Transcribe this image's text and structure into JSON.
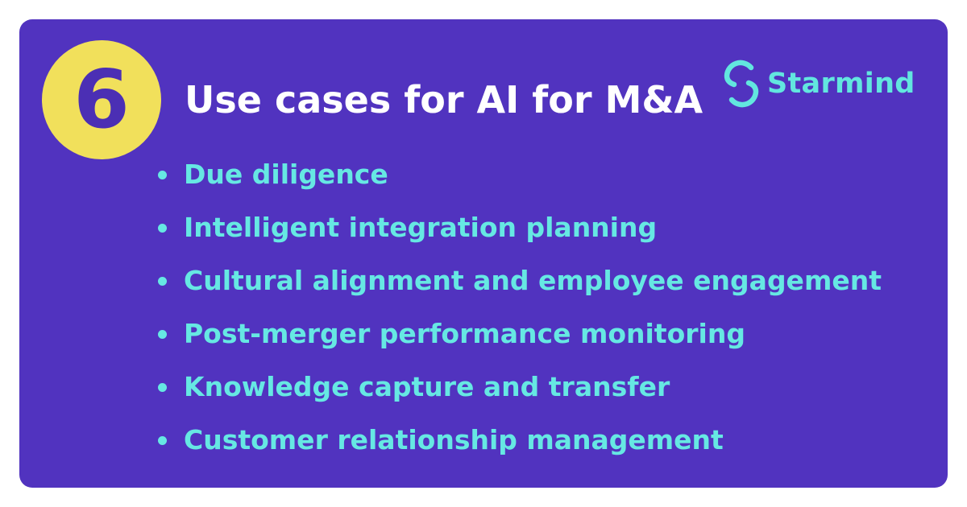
{
  "badge": {
    "number": "6"
  },
  "title": "Use cases for AI for M&A",
  "logo": {
    "text": "Starmind",
    "icon": "starmind-s-icon"
  },
  "use_cases": [
    "Due diligence",
    "Intelligent integration planning",
    "Cultural alignment and employee engagement",
    "Post-merger performance monitoring",
    "Knowledge capture and transfer",
    "Customer relationship management"
  ],
  "colors": {
    "card_background": "#5133bf",
    "badge_background": "#f1e05b",
    "badge_number": "#4b2fb4",
    "title": "#ffffff",
    "accent_teal": "#66e8e3"
  }
}
